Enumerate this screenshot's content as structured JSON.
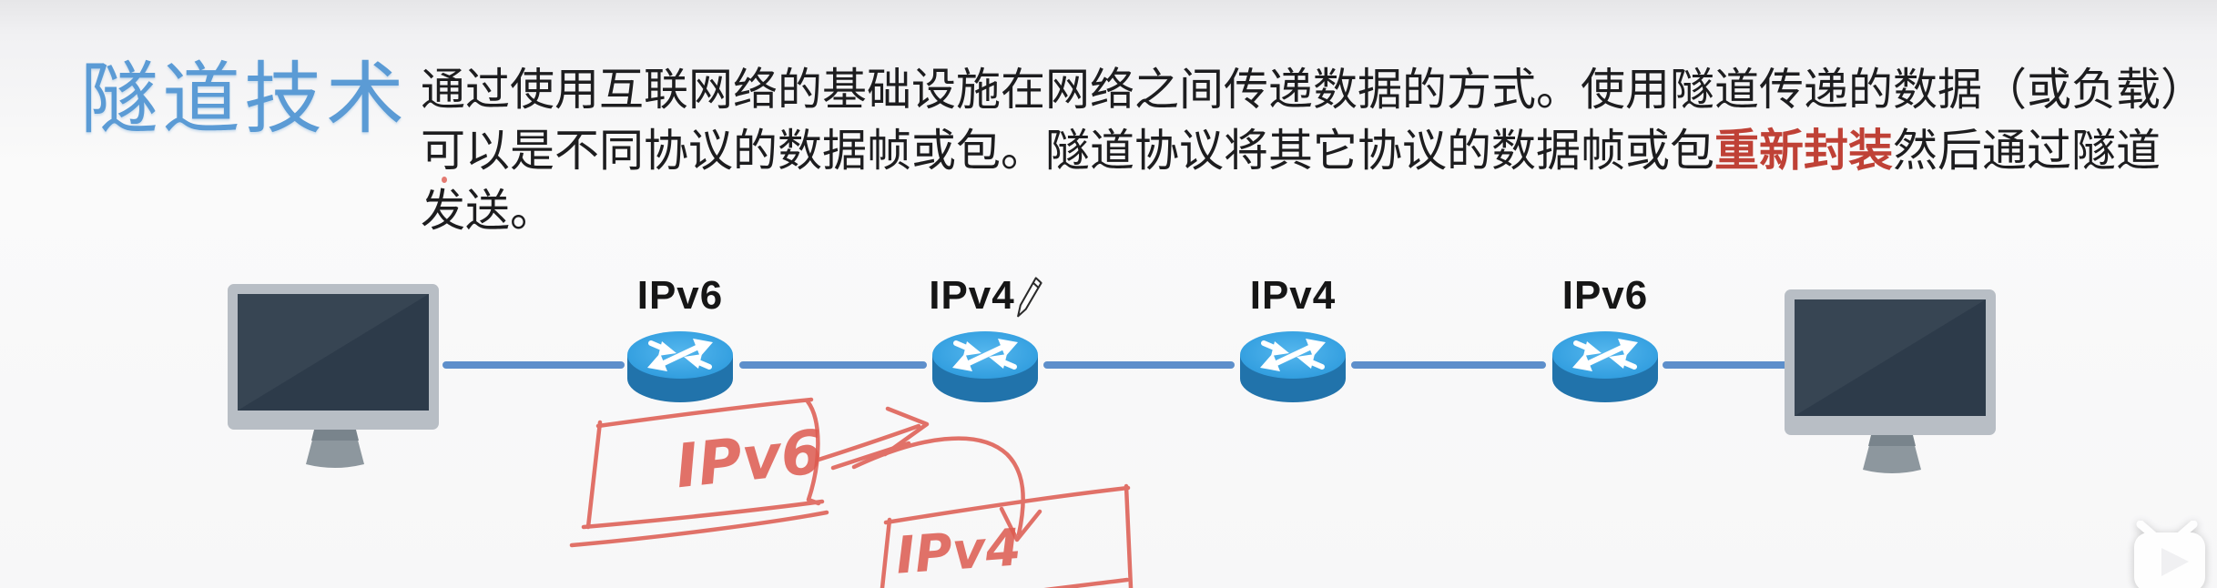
{
  "slide": {
    "title": "隧道技术",
    "paragraph": {
      "line1": "通过使用互联网络的基础设施在网络之间传递数据的方式。使用隧道传递的数据（或负载）",
      "line2_pre": "可以是不同协议的数据帧或包。隧道协议将其它协议的数据帧或包",
      "line2_highlight": "重新封装",
      "line2_post": "然后通过隧道",
      "line3": "发送。"
    }
  },
  "diagram": {
    "left_computer_icon": "computer-monitor-icon",
    "right_computer_icon": "computer-monitor-icon",
    "router_icon": "router-icon",
    "routers": [
      {
        "label": "IPv6"
      },
      {
        "label": "IPv4",
        "cursor_icon": "pen-cursor-icon"
      },
      {
        "label": "IPv4"
      },
      {
        "label": "IPv6"
      }
    ],
    "annotations": {
      "box1_text": "IPv6",
      "box2_text": "IPv4"
    }
  },
  "watermark_icon": "tv-play-watermark-icon",
  "colors": {
    "title-blue": "#5b9bd5",
    "text-black": "#1d1d1f",
    "highlight-red": "#bf4136",
    "annotation-red": "#dd5a4f",
    "link-blue": "#5d8fcb",
    "router-top-blue": "#36a5e5",
    "router-body-blue": "#2173ab",
    "screen-dark": "#2d3b4a",
    "frame-gray": "#b8bec5",
    "stand-gray": "#8d979e"
  }
}
